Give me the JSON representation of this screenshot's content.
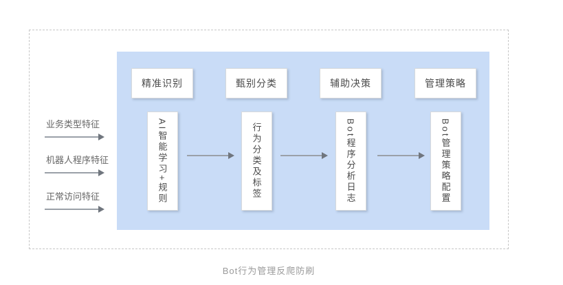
{
  "diagram": {
    "caption": "Bot行为管理反爬防刷",
    "inputs": [
      {
        "label": "业务类型特征"
      },
      {
        "label": "机器人程序特征"
      },
      {
        "label": "正常访问特征"
      }
    ],
    "stages": [
      {
        "header": "精准识别",
        "body": "AI智能学习+规则"
      },
      {
        "header": "甄别分类",
        "body": "行为分类及标签"
      },
      {
        "header": "辅助决策",
        "body": "Bot程序分析日志"
      },
      {
        "header": "管理策略",
        "body": "Bot管理策略配置"
      }
    ],
    "colors": {
      "panel_bg": "#c9dcf7",
      "box_border": "#d8dadc",
      "dashed_border": "#c6c6c6",
      "arrow_line": "#9aa0a8",
      "arrow_head": "#70767e",
      "text_primary": "#4b4b4b",
      "text_label": "#666666",
      "text_caption": "#9a9a9a"
    }
  }
}
